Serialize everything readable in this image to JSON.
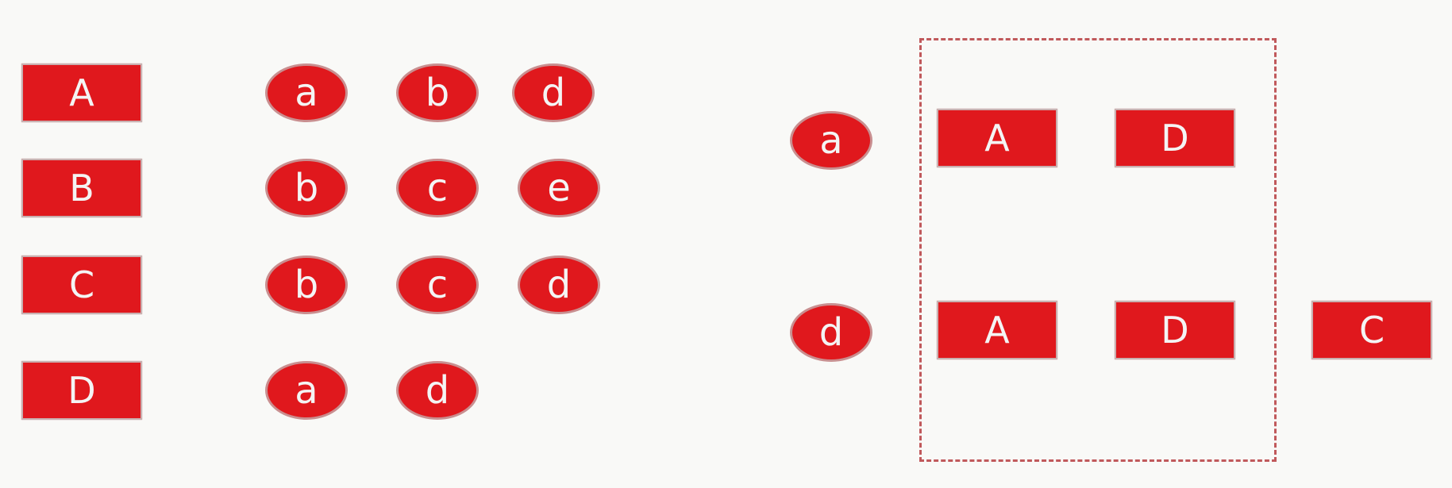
{
  "items": {
    "items": [
      "A",
      "B",
      "C",
      "D"
    ]
  },
  "transactions": {
    "row1": [
      "a",
      "b",
      "d"
    ],
    "row2": [
      "b",
      "c",
      "e"
    ],
    "row3": [
      "b",
      "c",
      "d"
    ],
    "row4": [
      "a",
      "d"
    ]
  },
  "groups": {
    "top": {
      "key": "a",
      "grouped": [
        "A",
        "D"
      ]
    },
    "bottom": {
      "key": "d",
      "grouped": [
        "A",
        "D"
      ],
      "outside": "C"
    }
  },
  "colors": {
    "fill": "#e0181d",
    "text": "#f4f4f4",
    "frame": "#c0595b",
    "background": "#f9f9f7"
  }
}
